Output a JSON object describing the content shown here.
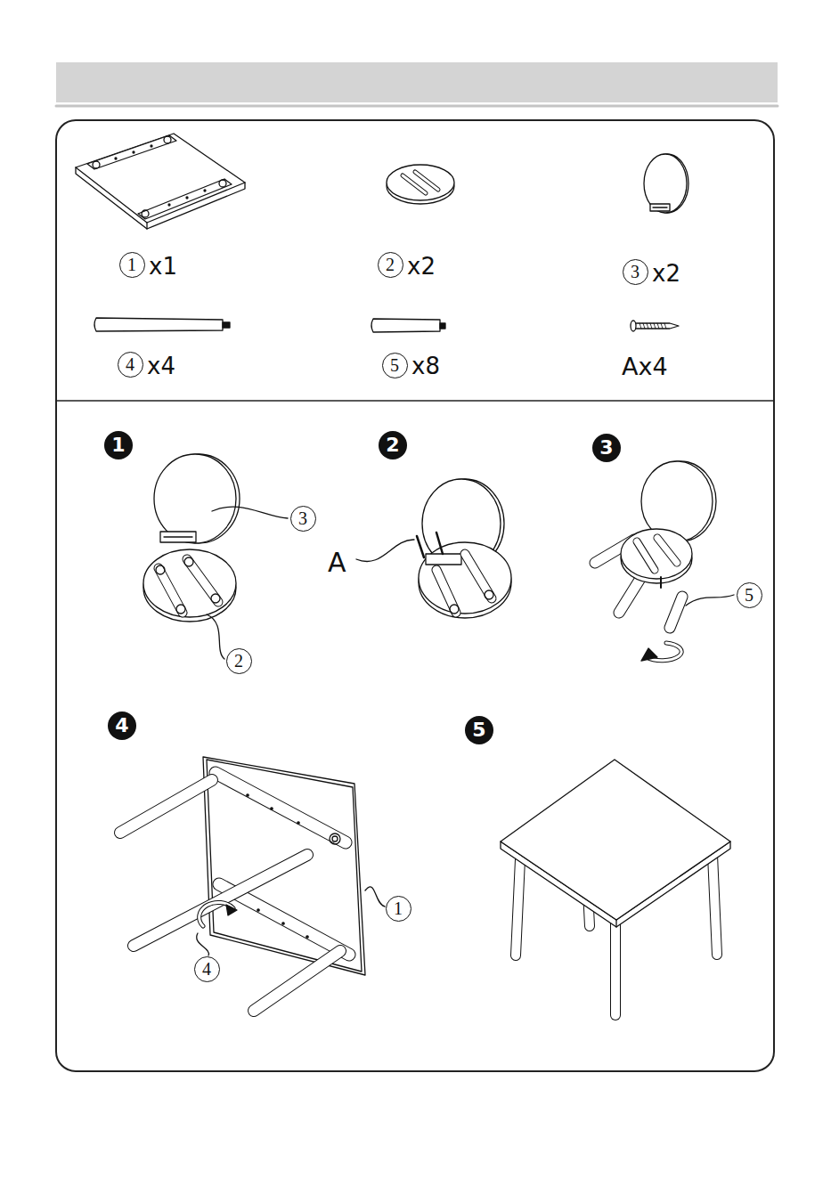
{
  "diagram": {
    "nodes": [
      {
        "text": [
          "1"
        ]
      },
      {
        "text": [
          "2"
        ]
      },
      {
        "text": [
          "3"
        ]
      },
      {
        "text": [
          "4"
        ]
      },
      {
        "text": [
          "5"
        ]
      },
      {
        "text": [
          "1"
        ]
      },
      {
        "text": [
          "3"
        ]
      },
      {
        "text": [
          "2"
        ]
      },
      {
        "text": [
          "2"
        ]
      },
      {
        "text": [
          "3"
        ]
      },
      {
        "text": [
          "5"
        ]
      },
      {
        "text": [
          "4"
        ]
      },
      {
        "text": [
          "1"
        ]
      },
      {
        "text": [
          "4"
        ]
      },
      {
        "text": [
          "5"
        ]
      }
    ],
    "labels": [
      "x1",
      "x2",
      "x2",
      "x4",
      "x8",
      "Ax4",
      "A"
    ]
  }
}
